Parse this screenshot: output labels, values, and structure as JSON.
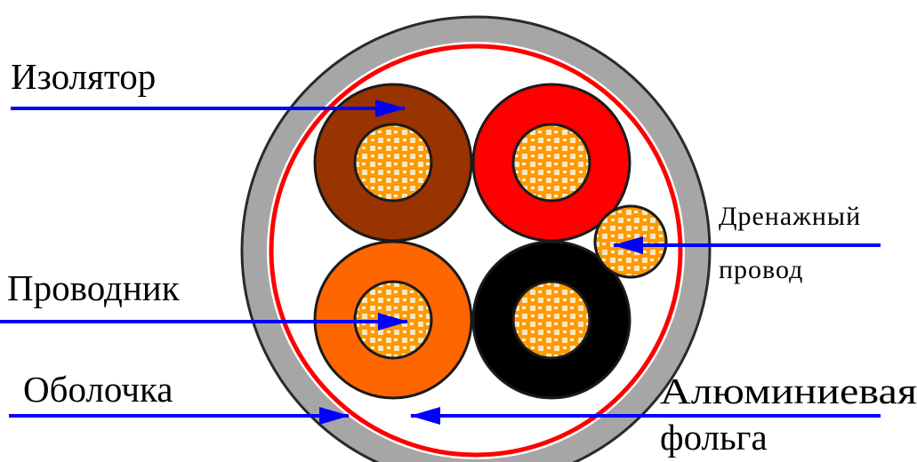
{
  "labels": {
    "insulator": "Изолятор",
    "conductor": "Проводник",
    "sheath": "Оболочка",
    "drain_wire_line1": "Дренажный",
    "drain_wire_line2": "провод",
    "foil_line1": "Алюминиевая",
    "foil_line2": "фольга"
  },
  "colors": {
    "sheath": "#a6a6a6",
    "foil": "#ff0000",
    "wire_brown": "#993300",
    "wire_red": "#ff0000",
    "wire_orange": "#ff6600",
    "wire_black": "#000000",
    "copper_orange": "#ff9900",
    "copper_light": "#ffe6b3",
    "arrow": "#0000ff"
  }
}
